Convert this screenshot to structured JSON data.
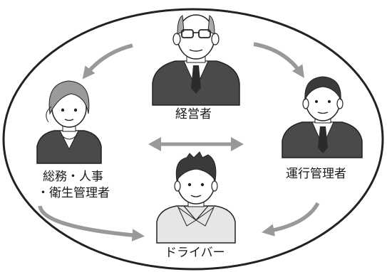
{
  "roles": {
    "executive": "経営者",
    "operations_manager": "運行管理者",
    "general_affairs_line1": "総務・人事",
    "general_affairs_line2": "・衛生管理者",
    "driver": "ドライバー"
  },
  "colors": {
    "outline": "#222222",
    "arrow": "#999999",
    "suit": "#4a4a4a",
    "shirt": "#ffffff",
    "skin": "#ffffff",
    "hair_dark": "#3a3a3a",
    "hair_light": "#9a9a9a",
    "workwear": "#e6e6e6"
  },
  "icons": [
    "executive-figure",
    "operations-manager-figure",
    "general-affairs-figure",
    "driver-figure",
    "arrow-icon"
  ]
}
